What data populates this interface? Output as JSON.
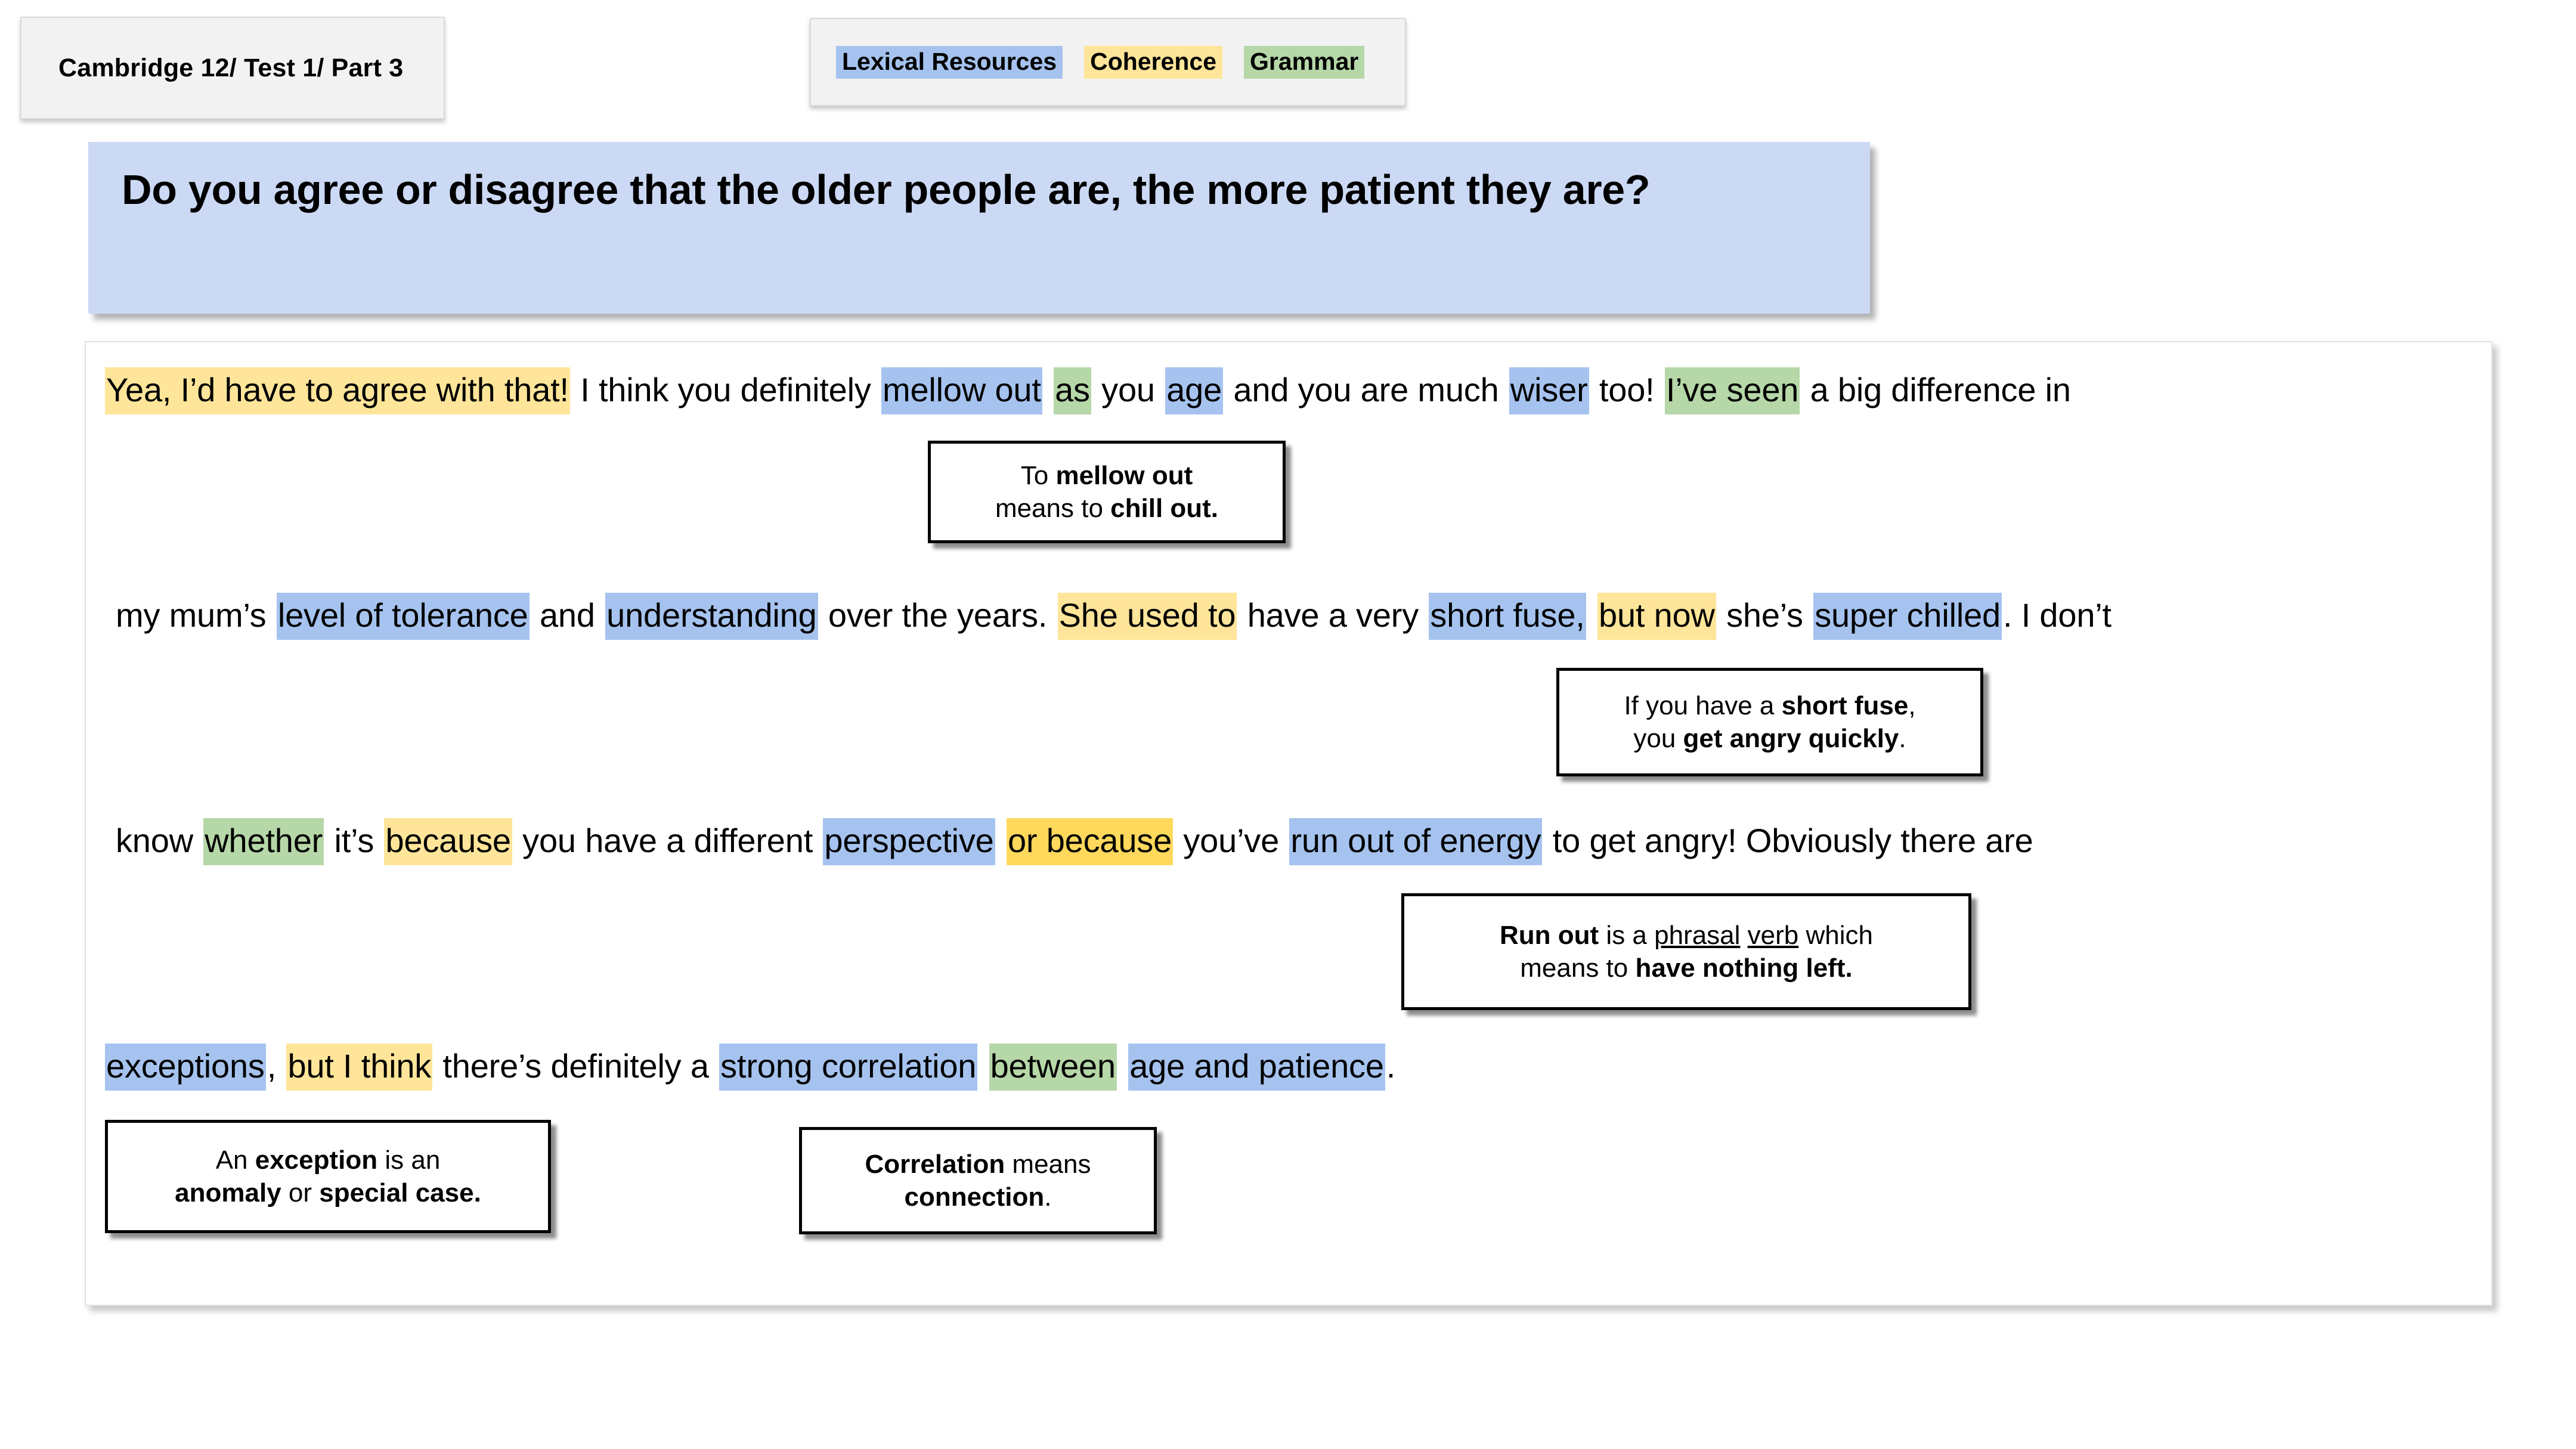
{
  "header": {
    "test_reference": "Cambridge 12/ Test 1/  Part 3",
    "legend": [
      {
        "label": "Lexical Resources",
        "color": "#a6c3ef",
        "key": "blue"
      },
      {
        "label": "Coherence",
        "color": "#ffe599",
        "key": "yellow"
      },
      {
        "label": "Grammar",
        "color": "#b6d7a8",
        "key": "green"
      }
    ]
  },
  "question": {
    "text": "Do you agree or disagree that the older people are, the more patient they are?",
    "background": "#ccd9f5"
  },
  "answer": {
    "lines": [
      {
        "id": "line-1",
        "segments": [
          {
            "text": "Yea, I’d have to agree with that!",
            "highlight": "yellow"
          },
          {
            "text": " I think you definitely ",
            "highlight": "none"
          },
          {
            "text": "mellow out",
            "highlight": "blue"
          },
          {
            "text": " ",
            "highlight": "none"
          },
          {
            "text": "as",
            "highlight": "green"
          },
          {
            "text": " you ",
            "highlight": "none"
          },
          {
            "text": "age",
            "highlight": "blue"
          },
          {
            "text": " and you are much ",
            "highlight": "none"
          },
          {
            "text": "wiser",
            "highlight": "blue"
          },
          {
            "text": " too! ",
            "highlight": "none"
          },
          {
            "text": "I’ve seen",
            "highlight": "green"
          },
          {
            "text": " a big difference in",
            "highlight": "none"
          }
        ]
      },
      {
        "id": "line-2",
        "segments": [
          {
            "text": "my mum’s ",
            "highlight": "none"
          },
          {
            "text": "level of tolerance",
            "highlight": "blue"
          },
          {
            "text": " and ",
            "highlight": "none"
          },
          {
            "text": "understanding",
            "highlight": "blue"
          },
          {
            "text": " over the years. ",
            "highlight": "none"
          },
          {
            "text": "She used to",
            "highlight": "yellow"
          },
          {
            "text": " have a very ",
            "highlight": "none"
          },
          {
            "text": "short fuse,",
            "highlight": "blue"
          },
          {
            "text": " ",
            "highlight": "none"
          },
          {
            "text": "but now",
            "highlight": "yellow"
          },
          {
            "text": " she’s ",
            "highlight": "none"
          },
          {
            "text": "super chilled",
            "highlight": "blue"
          },
          {
            "text": ". I don’t",
            "highlight": "none"
          }
        ]
      },
      {
        "id": "line-3",
        "segments": [
          {
            "text": "know ",
            "highlight": "none"
          },
          {
            "text": "whether",
            "highlight": "green"
          },
          {
            "text": " it’s ",
            "highlight": "none"
          },
          {
            "text": "because",
            "highlight": "yellow"
          },
          {
            "text": " you have a different ",
            "highlight": "none"
          },
          {
            "text": "perspective",
            "highlight": "blue"
          },
          {
            "text": " ",
            "highlight": "none"
          },
          {
            "text": "or because",
            "highlight": "yellow-deep"
          },
          {
            "text": " you’ve ",
            "highlight": "none"
          },
          {
            "text": "run out of energy",
            "highlight": "blue"
          },
          {
            "text": " to get angry! Obviously there are",
            "highlight": "none"
          }
        ]
      },
      {
        "id": "line-4",
        "segments": [
          {
            "text": "exceptions",
            "highlight": "blue"
          },
          {
            "text": ", ",
            "highlight": "none"
          },
          {
            "text": "but I think",
            "highlight": "yellow"
          },
          {
            "text": " there’s definitely a ",
            "highlight": "none"
          },
          {
            "text": "strong correlation",
            "highlight": "blue"
          },
          {
            "text": " ",
            "highlight": "none"
          },
          {
            "text": "between",
            "highlight": "green"
          },
          {
            "text": " ",
            "highlight": "none"
          },
          {
            "text": "age and patience",
            "highlight": "blue"
          },
          {
            "text": ".",
            "highlight": "none"
          }
        ]
      }
    ]
  },
  "notes": [
    {
      "id": "note-mellow-out",
      "lines": [
        [
          {
            "t": "To ",
            "b": false
          },
          {
            "t": "mellow out",
            "b": true
          }
        ],
        [
          {
            "t": "means to ",
            "b": false
          },
          {
            "t": "chill out.",
            "b": true
          }
        ]
      ]
    },
    {
      "id": "note-short-fuse",
      "lines": [
        [
          {
            "t": "If you have a ",
            "b": false
          },
          {
            "t": "short fuse",
            "b": true
          },
          {
            "t": ",",
            "b": false
          }
        ],
        [
          {
            "t": "you ",
            "b": false
          },
          {
            "t": "get angry quickly",
            "b": true
          },
          {
            "t": ".",
            "b": false
          }
        ]
      ]
    },
    {
      "id": "note-run-out",
      "lines": [
        [
          {
            "t": "Run out",
            "b": true
          },
          {
            "t": " is a ",
            "b": false
          },
          {
            "t": "phrasal",
            "b": false,
            "u": true
          },
          {
            "t": " ",
            "b": false
          },
          {
            "t": "verb",
            "b": false,
            "u": true
          },
          {
            "t": " which",
            "b": false
          }
        ],
        [
          {
            "t": "means to ",
            "b": false
          },
          {
            "t": "have nothing left.",
            "b": true
          }
        ]
      ]
    },
    {
      "id": "note-exception",
      "lines": [
        [
          {
            "t": "An ",
            "b": false
          },
          {
            "t": "exception",
            "b": true
          },
          {
            "t": " is an",
            "b": false
          }
        ],
        [
          {
            "t": "anomaly",
            "b": true
          },
          {
            "t": " or ",
            "b": false
          },
          {
            "t": "special case.",
            "b": true
          }
        ]
      ]
    },
    {
      "id": "note-correlation",
      "lines": [
        [
          {
            "t": "Correlation",
            "b": true
          },
          {
            "t": " means",
            "b": false
          }
        ],
        [
          {
            "t": "connection",
            "b": true
          },
          {
            "t": ".",
            "b": false
          }
        ]
      ]
    }
  ]
}
